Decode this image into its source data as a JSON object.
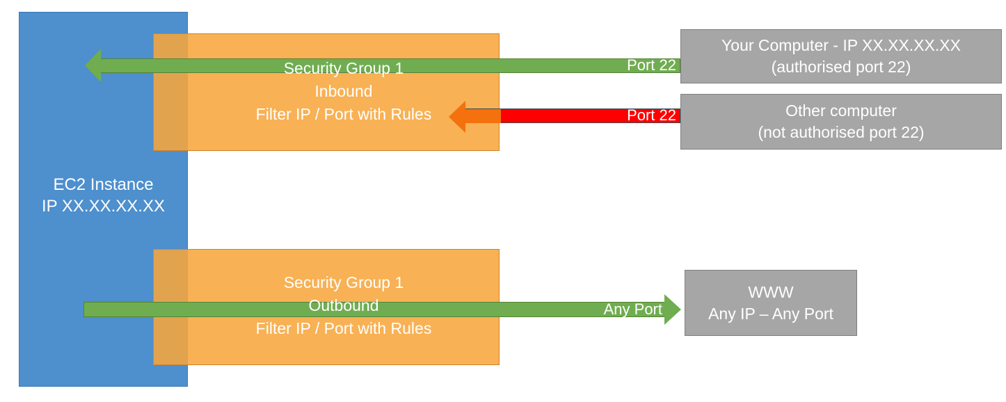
{
  "diagram": {
    "title": "AWS EC2 Security Group Inbound and Outbound Traffic Filtering",
    "colors": {
      "instance_blue": "#4E8FCD",
      "security_group_orange": "#F7A63C",
      "allowed_green": "#70AD51",
      "blocked_red": "#FF0000",
      "blocked_arrowhead_orange": "#F4710E",
      "endpoint_gray": "#A6A6A6",
      "text_white": "#FFFFFF"
    }
  },
  "instance": {
    "name_line1": "EC2 Instance",
    "name_line2": "IP XX.XX.XX.XX"
  },
  "security_groups": {
    "inbound": {
      "line1": "Security Group 1",
      "line2": "Inbound",
      "line3": "Filter IP / Port with Rules"
    },
    "outbound": {
      "line1": "Security Group 1",
      "line2": "Outbound",
      "line3": "Filter IP / Port with Rules"
    }
  },
  "flows": {
    "allowed_inbound": {
      "port_label": "Port 22",
      "status": "allowed",
      "direction": "inbound"
    },
    "blocked_inbound": {
      "port_label": "Port 22",
      "status": "blocked",
      "direction": "inbound"
    },
    "allowed_outbound": {
      "port_label": "Any Port",
      "status": "allowed",
      "direction": "outbound"
    }
  },
  "endpoints": {
    "your_computer": {
      "line1": "Your Computer - IP XX.XX.XX.XX",
      "line2": "(authorised port 22)"
    },
    "other_computer": {
      "line1": "Other computer",
      "line2": "(not authorised port 22)"
    },
    "www": {
      "line1": "WWW",
      "line2": "Any IP – Any Port"
    }
  }
}
